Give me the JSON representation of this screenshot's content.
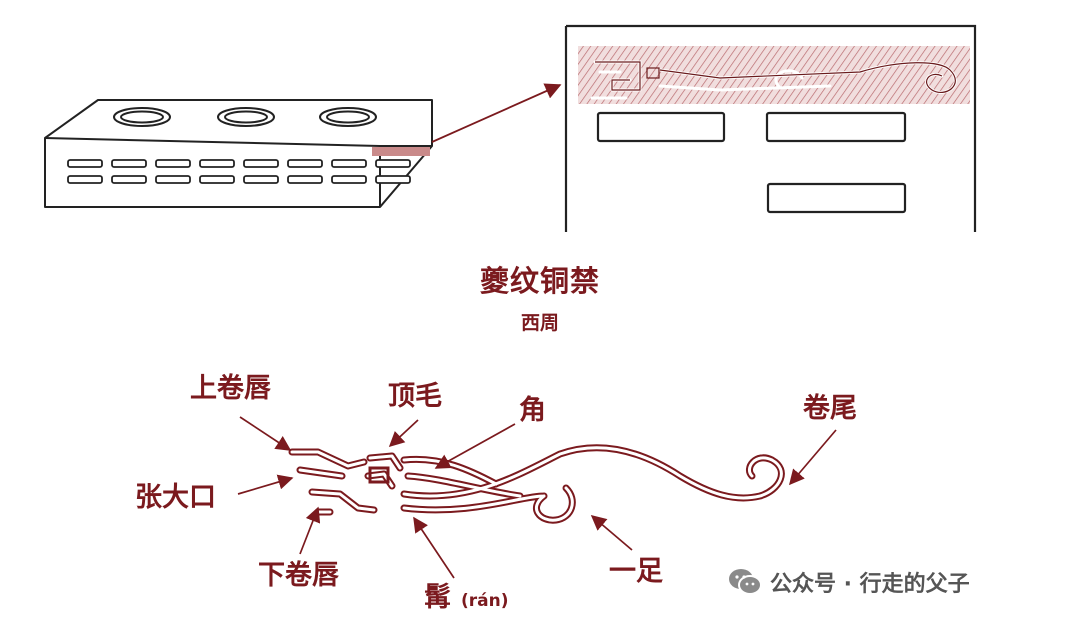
{
  "title": "夔纹铜禁",
  "subtitle": "西周",
  "labels": {
    "upper_lip": "上卷唇",
    "top_hair": "顶毛",
    "horn": "角",
    "curled_tail": "卷尾",
    "open_mouth": "张大口",
    "lower_lip": "下卷唇",
    "whisker": "髯",
    "whisker_pinyin": "(rán)",
    "foot": "一足"
  },
  "watermark": {
    "icon": "wechat-icon",
    "text": "公众号 · 行走的父子"
  },
  "colors": {
    "accent": "#7b1a1e",
    "highlight": "#c98a8a",
    "ink": "#222222"
  }
}
